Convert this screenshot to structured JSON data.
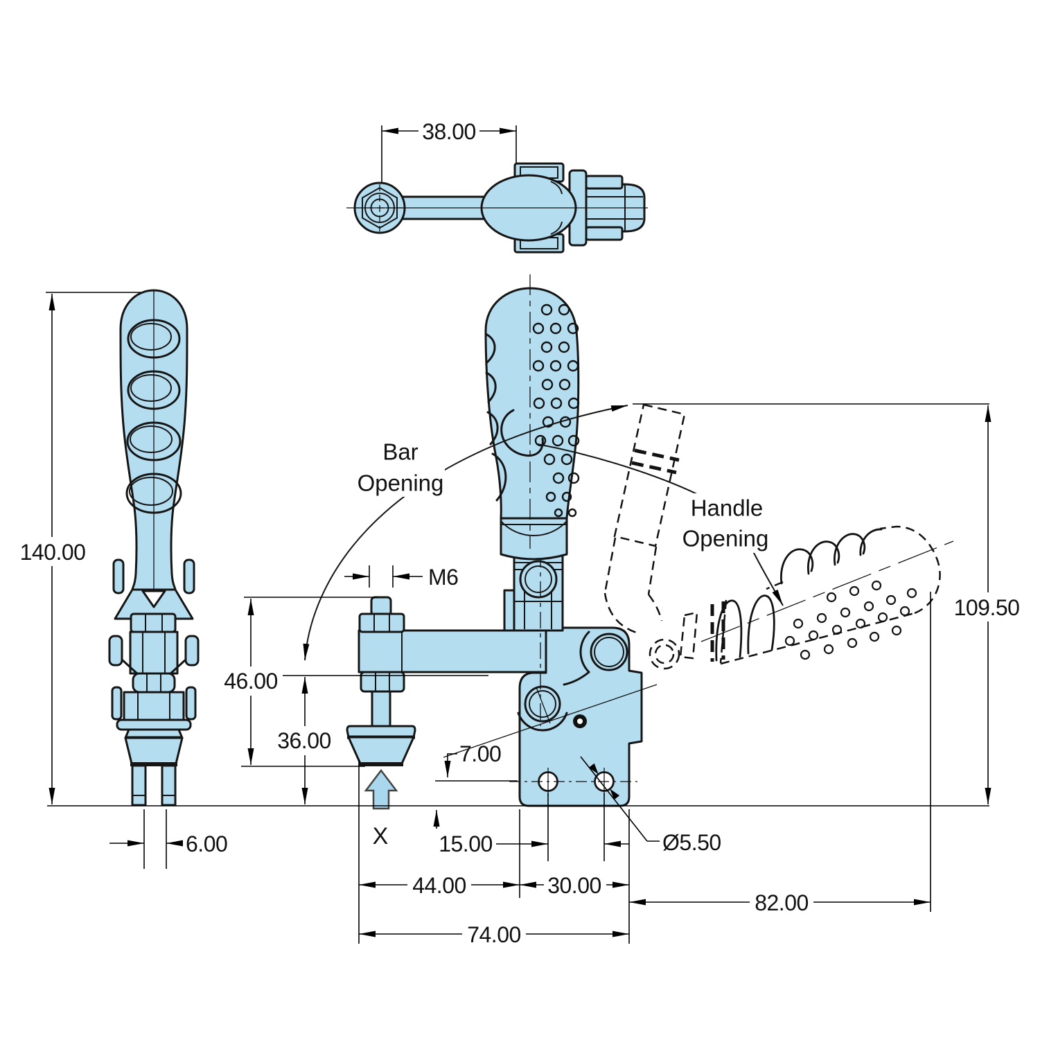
{
  "drawing": {
    "title": "vertical-toggle-clamp-dimension-drawing",
    "colors": {
      "part_fill": "#b5ddf0",
      "outline": "#151515",
      "dimension_lines": "#000000",
      "force_arrow_fill": "#a9d7ee",
      "background": "#ffffff"
    },
    "labels": {
      "bar_opening_line1": "Bar",
      "bar_opening_line2": "Opening",
      "handle_opening_line1": "Handle",
      "handle_opening_line2": "Opening",
      "force_reference": "X"
    },
    "dimensions": {
      "top_view_width": "38.00",
      "overall_height": "140.00",
      "prong_gap": "6.00",
      "spindle_thread": "M6",
      "bar_open_height": "46.00",
      "bar_closed_height": "36.00",
      "hole_edge_offset": "7.00",
      "hole_spacing": "15.00",
      "hole_diameter": "Ø5.50",
      "arm_reach": "44.00",
      "base_width": "30.00",
      "total_length": "74.00",
      "open_handle_reach": "82.00",
      "open_handle_height": "109.50"
    }
  }
}
